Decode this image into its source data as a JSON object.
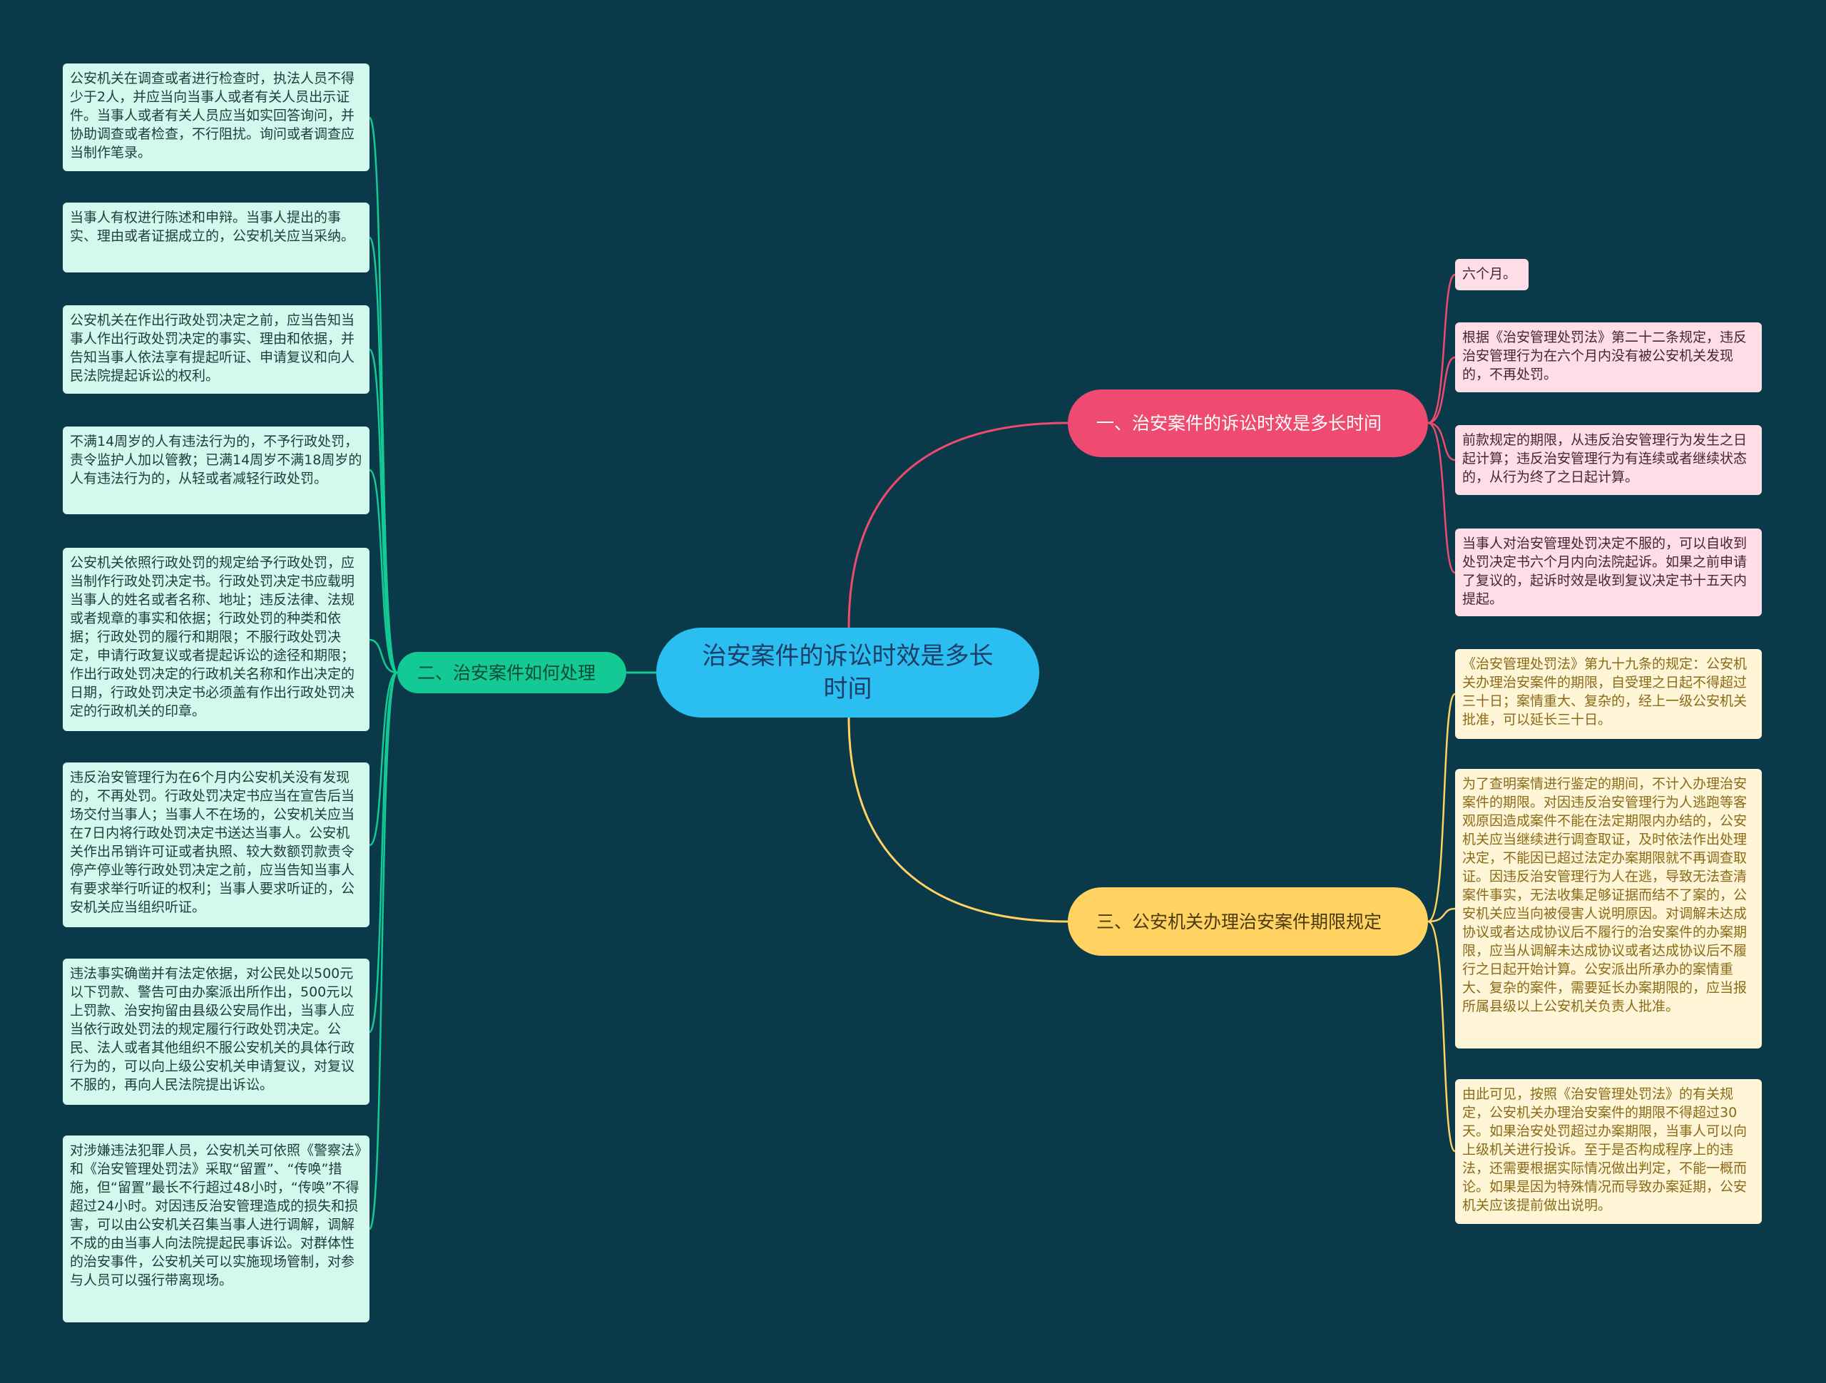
{
  "center": {
    "title": "治安案件的诉讼时效是多长时间"
  },
  "branches": [
    {
      "label": "一、治安案件的诉讼时效是多长时间",
      "color": "#ef4a6f",
      "leaves": [
        "六个月。",
        "根据《治安管理处罚法》第二十二条规定，违反治安管理行为在六个月内没有被公安机关发现的，不再处罚。",
        "前款规定的期限，从违反治安管理行为发生之日起计算；违反治安管理行为有连续或者继续状态的，从行为终了之日起计算。",
        "当事人对治安管理处罚决定不服的，可以自收到处罚决定书六个月内向法院起诉。如果之前申请了复议的，起诉时效是收到复议决定书十五天内提起。"
      ]
    },
    {
      "label": "二、治安案件如何处理",
      "color": "#13c994",
      "leaves": [
        "公安机关在调查或者进行检查时，执法人员不得少于2人，并应当向当事人或者有关人员出示证件。当事人或者有关人员应当如实回答询问，并协助调查或者检查，不行阻扰。询问或者调查应当制作笔录。",
        "当事人有权进行陈述和申辩。当事人提出的事实、理由或者证据成立的，公安机关应当采纳。",
        "公安机关在作出行政处罚决定之前，应当告知当事人作出行政处罚决定的事实、理由和依据，并告知当事人依法享有提起听证、申请复议和向人民法院提起诉讼的权利。",
        "不满14周岁的人有违法行为的，不予行政处罚，责令监护人加以管教；已满14周岁不满18周岁的人有违法行为的，从轻或者减轻行政处罚。",
        "公安机关依照行政处罚的规定给予行政处罚，应当制作行政处罚决定书。行政处罚决定书应载明当事人的姓名或者名称、地址；违反法律、法规或者规章的事实和依据；行政处罚的种类和依据；行政处罚的履行和期限；不服行政处罚决定，申请行政复议或者提起诉讼的途径和期限；作出行政处罚决定的行政机关名称和作出决定的日期，行政处罚决定书必须盖有作出行政处罚决定的行政机关的印章。",
        "违反治安管理行为在6个月内公安机关没有发现的，不再处罚。行政处罚决定书应当在宣告后当场交付当事人；当事人不在场的，公安机关应当在7日内将行政处罚决定书送达当事人。公安机关作出吊销许可证或者执照、较大数额罚款责令停产停业等行政处罚决定之前，应当告知当事人有要求举行听证的权利；当事人要求听证的，公安机关应当组织听证。",
        "违法事实确凿并有法定依据，对公民处以500元以下罚款、警告可由办案派出所作出，500元以上罚款、治安拘留由县级公安局作出，当事人应当依行政处罚法的规定履行行政处罚决定。公民、法人或者其他组织不服公安机关的具体行政行为的，可以向上级公安机关申请复议，对复议不服的，再向人民法院提出诉讼。",
        "对涉嫌违法犯罪人员，公安机关可依照《警察法》和《治安管理处罚法》采取“留置”、“传唤”措施，但“留置”最长不行超过48小时，“传唤”不得超过24小时。对因违反治安管理造成的损失和损害，可以由公安机关召集当事人进行调解，调解不成的由当事人向法院提起民事诉讼。对群体性的治安事件，公安机关可以实施现场管制，对参与人员可以强行带离现场。"
      ]
    },
    {
      "label": "三、公安机关办理治安案件期限规定",
      "color": "#ffd262",
      "leaves": [
        "《治安管理处罚法》第九十九条的规定：公安机关办理治安案件的期限，自受理之日起不得超过三十日；案情重大、复杂的，经上一级公安机关批准，可以延长三十日。",
        "为了查明案情进行鉴定的期间，不计入办理治安案件的期限。对因违反治安管理行为人逃跑等客观原因造成案件不能在法定期限内办结的，公安机关应当继续进行调查取证，及时依法作出处理决定，不能因已超过法定办案期限就不再调查取证。因违反治安管理行为人在逃，导致无法查清案件事实，无法收集足够证据而结不了案的，公安机关应当向被侵害人说明原因。对调解未达成协议或者达成协议后不履行的治安案件的办案期限，应当从调解未达成协议或者达成协议后不履行之日起开始计算。公安派出所承办的案情重大、复杂的案件，需要延长办案期限的，应当报所属县级以上公安机关负责人批准。",
        "由此可见，按照《治安管理处罚法》的有关规定，公安机关办理治安案件的期限不得超过30天。如果治安处罚超过办案期限，当事人可以向上级机关进行投诉。至于是否构成程序上的违法，还需要根据实际情况做出判定，不能一概而论。如果是因为特殊情况而导致办案延期，公安机关应该提前做出说明。"
      ]
    }
  ]
}
